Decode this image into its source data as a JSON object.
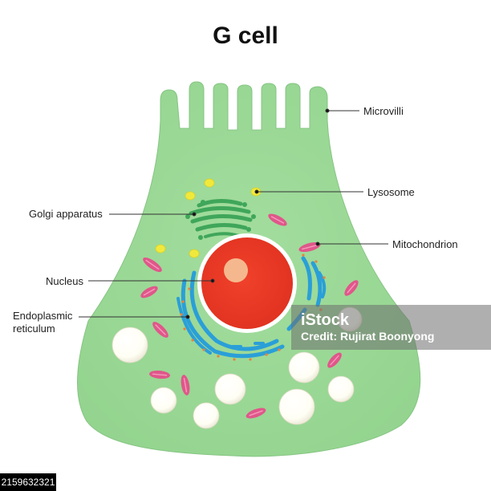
{
  "title": "G cell",
  "labels": {
    "microvilli": "Microvilli",
    "lysosome": "Lysosome",
    "golgi": "Golgi apparatus",
    "mitochondrion": "Mitochondrion",
    "nucleus": "Nucleus",
    "er_line1": "Endoplasmic",
    "er_line2": "reticulum"
  },
  "watermark": {
    "brand": "iStock",
    "credit": "Credit: Rujirat Boonyong"
  },
  "stock_id": "2159632321",
  "colors": {
    "cytoplasm": "#9fdc9a",
    "nucleus": "#ee3b26",
    "nucleolus": "#f5b88e",
    "golgi": "#3fa65a",
    "er": "#2a9fd8",
    "mitochondrion": "#e0578a",
    "lysosome": "#f0e93c",
    "vesicle": "#fffdf2"
  }
}
